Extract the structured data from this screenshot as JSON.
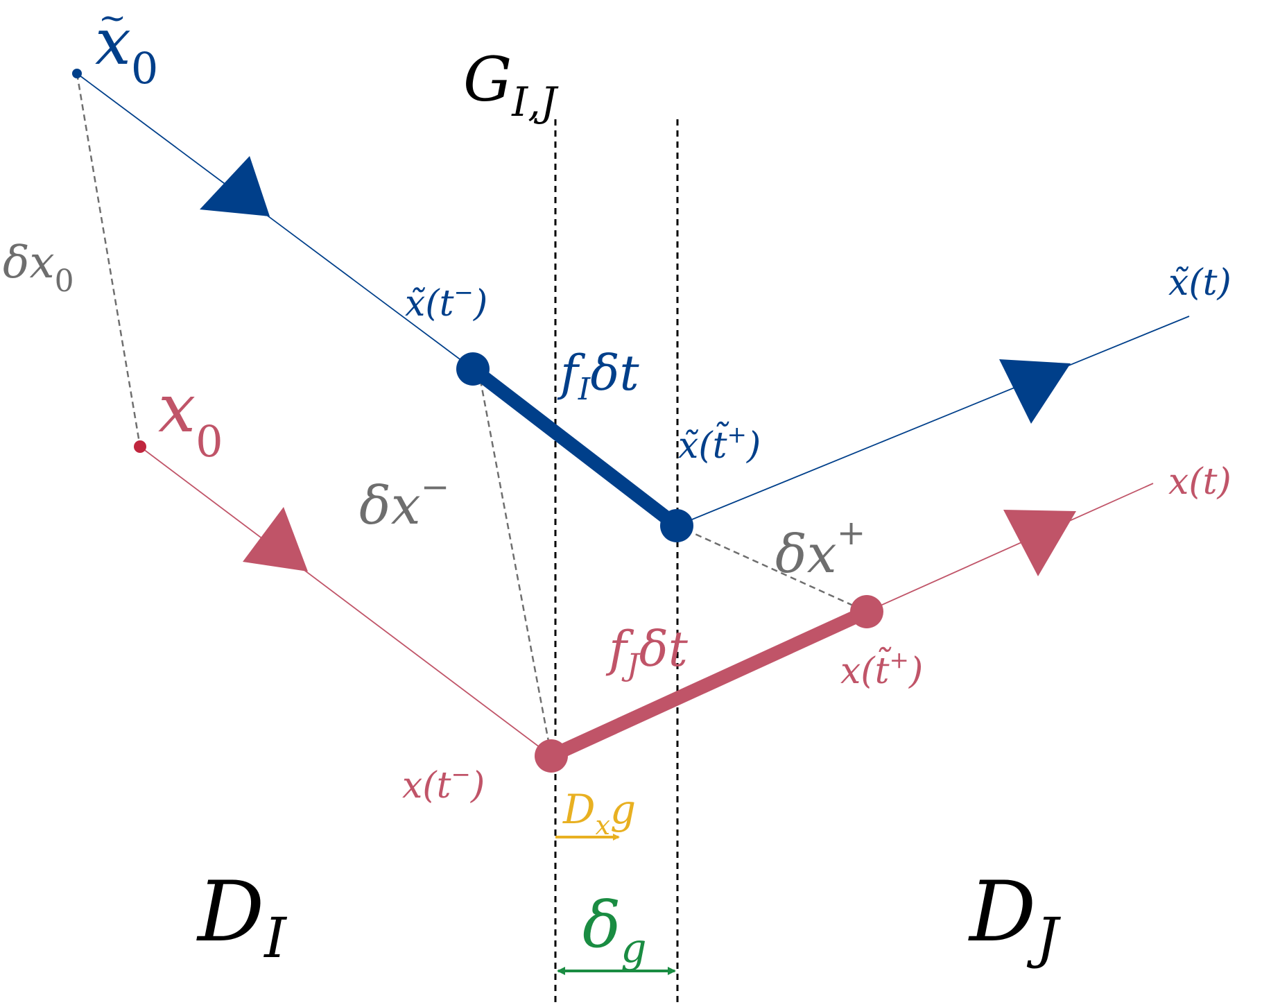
{
  "colors": {
    "blue": "#003f8a",
    "red": "#c05468",
    "gray": "#6e6e6e",
    "black": "#000000",
    "yellow": "#e8b021",
    "green": "#1a8c42"
  },
  "labels": {
    "guard": {
      "main": "G",
      "sub": "I,J"
    },
    "domain_I": {
      "main": "D",
      "sub": "I"
    },
    "domain_J": {
      "main": "D",
      "sub": "J"
    },
    "x0_tilde": {
      "main": "x",
      "sub": "0"
    },
    "x0": {
      "main": "x",
      "sub": "0"
    },
    "dx0": {
      "main": "δx",
      "sub": "0"
    },
    "xt_minus_tilde": {
      "pre": "x̃(",
      "var": "t",
      "sup": "−",
      "post": ")"
    },
    "xt_tilde": "x̃(t)",
    "xt": "x(t)",
    "fI_dt": {
      "f": "f",
      "sub": "I",
      "rest": "δt"
    },
    "fJ_dt": {
      "f": "f",
      "sub": "J",
      "rest": "δt"
    },
    "xt_plus_tilde": {
      "pre": "x̃(",
      "var": "t̃",
      "sup": "+",
      "post": ")"
    },
    "dx_minus": {
      "main": "δx",
      "sup": "−"
    },
    "dx_plus": {
      "main": "δx",
      "sup": "+"
    },
    "xt_plus": {
      "pre": "x(",
      "var": "t̃",
      "sup": "+",
      "post": ")"
    },
    "xt_minus": {
      "pre": "x(",
      "var": "t",
      "sup": "−",
      "post": ")"
    },
    "Dxg": {
      "main": "D",
      "sub": "x",
      "rest": "g"
    },
    "delta_g": {
      "main": "δ",
      "sub": "g"
    }
  }
}
